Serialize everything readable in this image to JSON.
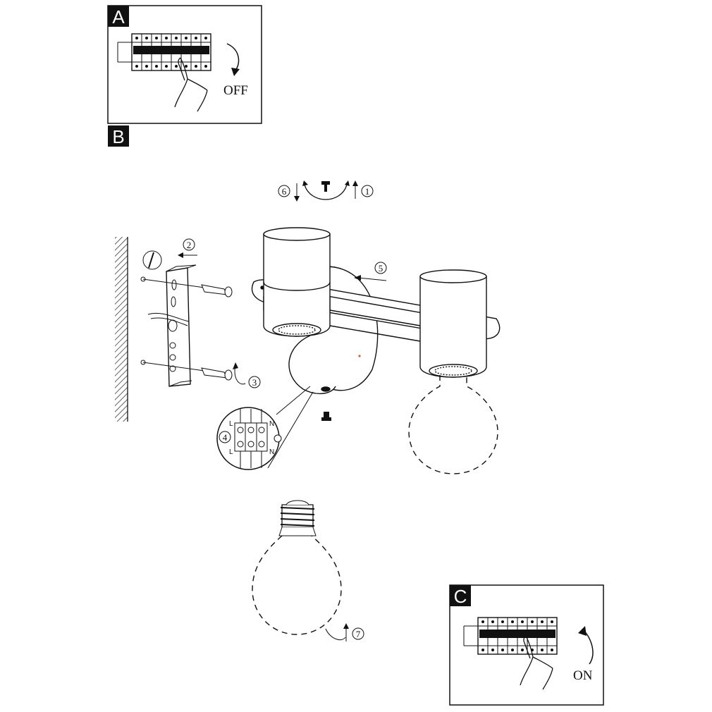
{
  "panels": {
    "a": {
      "label": "A",
      "caption": "OFF"
    },
    "b": {
      "label": "B"
    },
    "c": {
      "label": "C",
      "caption": "ON"
    }
  },
  "steps": [
    "1",
    "2",
    "3",
    "4",
    "5",
    "6",
    "7"
  ],
  "terminal": {
    "left_top": "L",
    "left_bottom": "L",
    "right_top": "N",
    "right_bottom": "N"
  }
}
